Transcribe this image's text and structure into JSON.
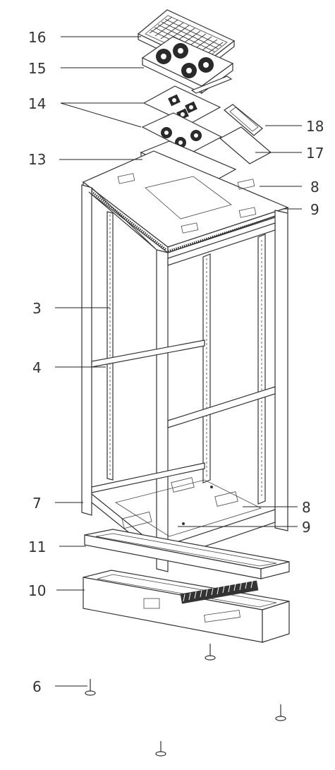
{
  "callouts": {
    "c16": "16",
    "c15": "15",
    "c14": "14",
    "c13": "13",
    "c18": "18",
    "c17": "17",
    "c8a": "8",
    "c9a": "9",
    "c3": "3",
    "c4": "4",
    "c7": "7",
    "c8b": "8",
    "c9b": "9",
    "c11": "11",
    "c10": "10",
    "c6": "6"
  }
}
